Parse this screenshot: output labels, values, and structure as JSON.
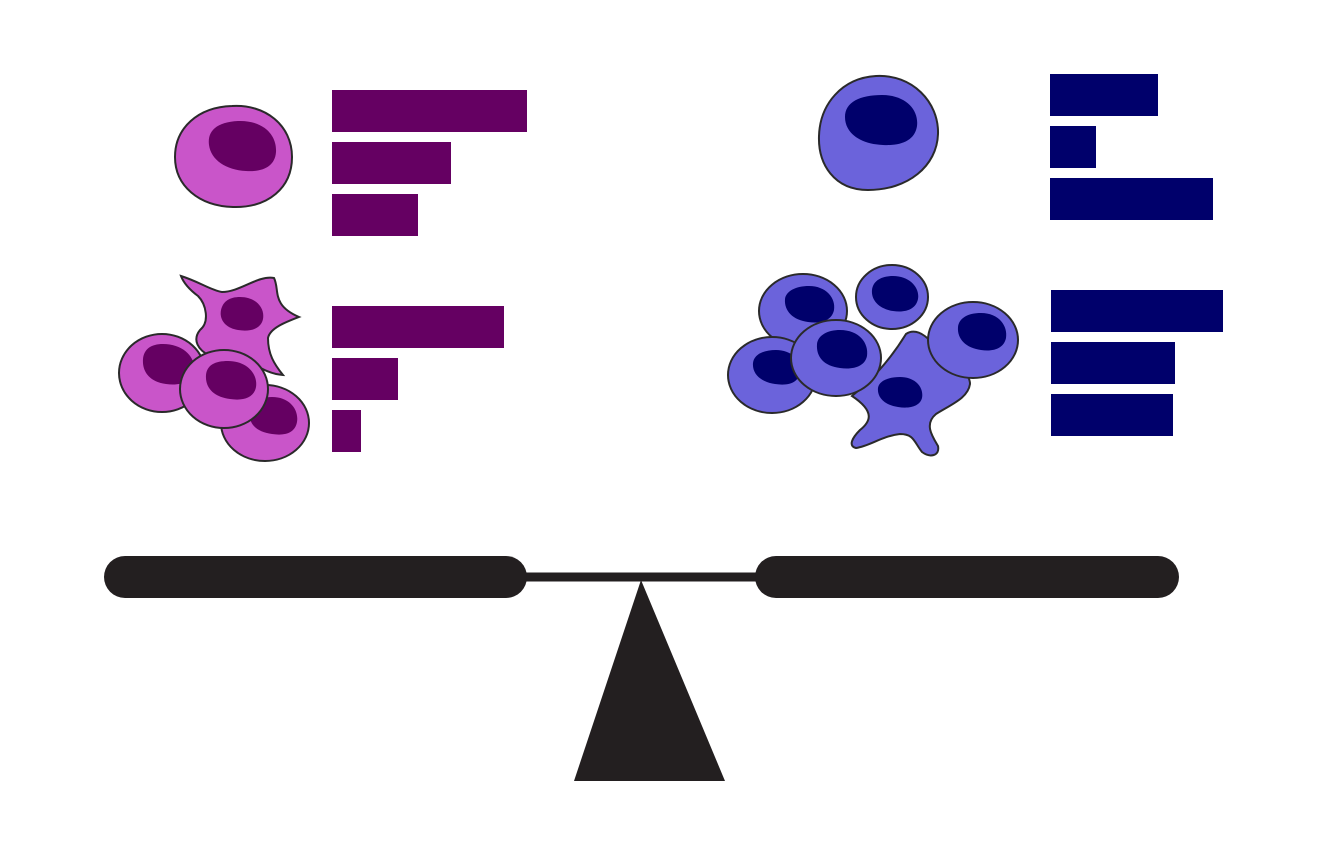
{
  "diagram": {
    "colors": {
      "pink_cell": "#c955c9",
      "pink_nucleus": "#650062",
      "pink_bar": "#650062",
      "blue_cell": "#6b63db",
      "blue_nucleus": "#00006b",
      "blue_bar": "#00006b",
      "outline": "#2a2a2a",
      "scale": "#231f20",
      "background": "#ffffff"
    },
    "groups": [
      {
        "name": "pink-single-cell",
        "icon": "single-pink-cell-icon",
        "bar_levels": [
          1.0,
          0.61,
          0.44
        ]
      },
      {
        "name": "pink-cell-cluster",
        "icon": "pink-cell-cluster-icon",
        "bar_levels": [
          0.88,
          0.34,
          0.15
        ]
      },
      {
        "name": "blue-single-cell",
        "icon": "single-blue-cell-icon",
        "bar_levels": [
          0.63,
          0.27,
          0.95
        ]
      },
      {
        "name": "blue-cell-cluster",
        "icon": "blue-cell-cluster-icon",
        "bar_levels": [
          1.0,
          0.72,
          0.71
        ]
      }
    ],
    "balance": {
      "icon": "balance-scale-icon",
      "state": "level"
    }
  }
}
